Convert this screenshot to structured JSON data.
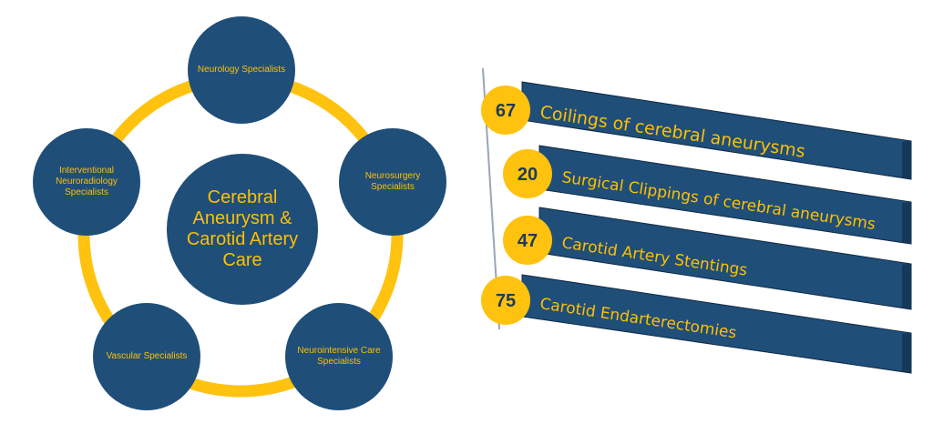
{
  "hub": {
    "center_label": "Cerebral Aneurysm & Carotid Artery Care",
    "specialists": [
      "Neurology Specialists",
      "Neurosurgery Specialists",
      "Neurointensive Care Specialists",
      "Vascular Specialists",
      "Interventional Neuroradiology Specialists"
    ]
  },
  "procedures": [
    {
      "count": "67",
      "label": "Coilings of cerebral aneurysms"
    },
    {
      "count": "20",
      "label": "Surgical Clippings of cerebral aneurysms"
    },
    {
      "count": "47",
      "label": "Carotid Artery Stentings"
    },
    {
      "count": "75",
      "label": "Carotid Endarterectomies"
    }
  ],
  "colors": {
    "navy": "#1f4e79",
    "navy_dark": "#16385a",
    "gold": "#ffc000",
    "ring": "#ffc20e"
  }
}
